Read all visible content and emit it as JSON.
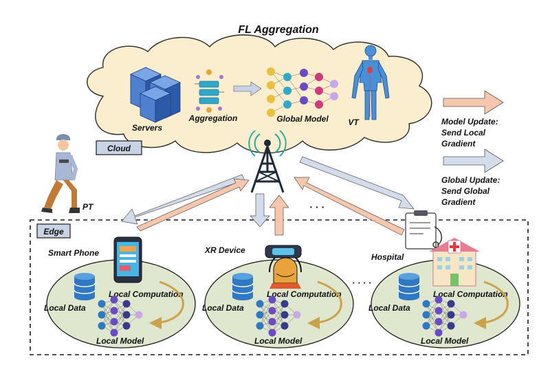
{
  "title": "FL Aggregation",
  "cloud": {
    "tag": "Cloud",
    "servers_label": "Servers",
    "aggregation_label": "Aggregation",
    "global_model_label": "Global Model",
    "vt_label": "VT"
  },
  "edge": {
    "tag": "Edge"
  },
  "pt_label": "PT",
  "legend": {
    "model_update_line1": "Model Update:",
    "model_update_line2": "Send Local",
    "model_update_line3": "Gradient",
    "global_update_line1": "Global Update:",
    "global_update_line2": "Send Global",
    "global_update_line3": "Gradient"
  },
  "devices": [
    {
      "name": "Smart Phone",
      "local_data": "Local Data",
      "local_computation": "Local Computation",
      "local_model": "Local Model"
    },
    {
      "name": "XR Device",
      "local_data": "Local Data",
      "local_computation": "Local Computation",
      "local_model": "Local Model"
    },
    {
      "name": "Hospital",
      "local_data": "Local Data",
      "local_computation": "Local Computation",
      "local_model": "Local Model"
    }
  ],
  "ellipsis_top": "· · ·",
  "ellipsis_bottom": "· · · ·",
  "colors": {
    "cloud_fill": "#fbeecf",
    "ellipse_fill": "#dfe8cf",
    "local_update_arrow": "#f6c7ad",
    "global_update_arrow": "#d3dceb",
    "tag_fill": "#c9d3e6",
    "server_blue": "#4f7fcf",
    "db_blue": "#2f78c4"
  }
}
